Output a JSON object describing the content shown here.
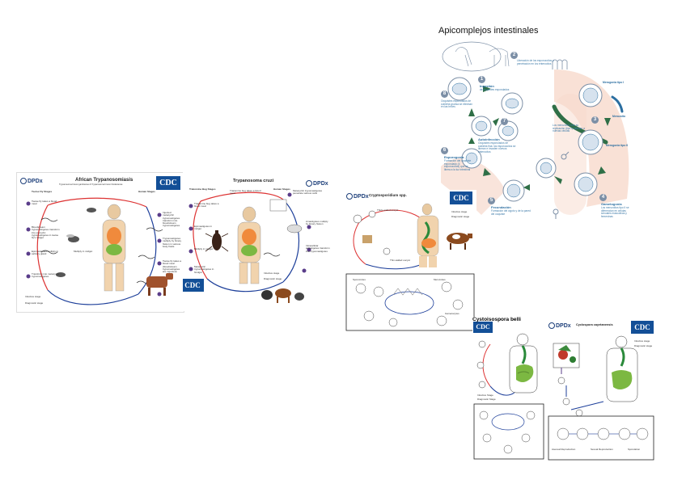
{
  "panel_trypanosomiasis": {
    "brand": "DPDx",
    "title": "African Trypanosomiasis",
    "subtitle": "Trypanosoma brucei gambiense & Trypanosoma brucei rhodesiense",
    "left_label": "Tsetse Fly Stages",
    "right_label": "Human Stages",
    "steps": [
      "Tsetse fly takes a blood meal",
      "Injected metacyclic trypomastigotes transform into bloodstream trypomastigotes",
      "Trypomastigotes multiply by binary fission in various body fluids",
      "Tsetse fly takes a blood meal (bloodstream trypomastigotes are ingested)",
      "Bloodstream trypomastigotes transform into procyclic trypomastigotes in tsetse fly's midgut",
      "Epimastigotes multiply in salivary gland",
      "Transform into metacyclic trypomastigotes",
      "Multiply in midgut"
    ],
    "legend_infective": "Infective stage",
    "legend_diagnostic": "Diagnostic stage",
    "cdc": "CDC"
  },
  "panel_cruzi": {
    "title": "Trypanosoma cruzi",
    "brand": "DPDx",
    "cdc": "CDC",
    "left_label": "Triatomine Bug Stages",
    "right_label": "Human Stages",
    "steps": [
      "Triatomine bug takes a blood meal",
      "Metacyclic trypomastigotes penetrate various cells",
      "Amastigotes multiply by binary fission",
      "Intracellular amastigotes transform into trypomastigotes",
      "Triatomine bug takes a blood meal",
      "Epimastigotes in midgut",
      "Multiply in midgut",
      "Metacyclic trypomastigotes in hindgut"
    ],
    "legend_infective": "Infective stage",
    "legend_diagnostic": "Diagnostic stage"
  },
  "panel_cryptosporidium": {
    "brand": "DPDx",
    "title": "Cryptosporidium spp.",
    "cdc": "CDC",
    "legend_infective": "Infective stage",
    "legend_diagnostic": "Diagnostic stage",
    "labels": [
      "Thick-walled oocyst",
      "Thin-walled oocyst",
      "Sporozoites",
      "Merozoites",
      "Gametocytes"
    ]
  },
  "panel_apicomplejos": {
    "title": "Apicomplejos intestinales",
    "steps": [
      {
        "n": "1",
        "title": "Ingestión",
        "text": "de ooquistes esporulados"
      },
      {
        "n": "2",
        "title": "",
        "text": "Liberación de los esporozoitos y penetración en los enterocitos"
      },
      {
        "n": "3",
        "title": "",
        "text": "Los merozoitos tras su replicación (tipo I) infectan a nuevas células"
      },
      {
        "n": "4",
        "title": "Gametogonia",
        "text": "Los merozoitos tipo II se diferencian en células sexuales masculinas y femeninas"
      },
      {
        "n": "5",
        "title": "Fecundación",
        "text": "Formación del cigoto y de la pared del ooquiste"
      },
      {
        "n": "6",
        "title": "Esporogonia",
        "text": "Formación del ooquiste esporulado (4 esporozoitos) que se libera a la luz intestinal"
      },
      {
        "n": "7",
        "title": "Autoinfección",
        "text": "Ooquistes esporulados de cubierta fina: los esporozoitos se liberan e invaden nuevos enterocitos"
      },
      {
        "n": "8",
        "title": "",
        "text": "Ooquistes esporulados de cubierta gruesa se eliminan en las heces"
      }
    ],
    "merogonia_label": "Merogonia tipo I",
    "merozoito_label": "Merozoito",
    "merogonia2_label": "Merogonia tipo II"
  },
  "panel_cystoisospora": {
    "title": "Cystoisospora belli",
    "cdc": "CDC",
    "legend_infective": "Infective Stage",
    "legend_diagnostic": "Diagnostic Stage"
  },
  "panel_cyclospora": {
    "brand": "DPDx",
    "title": "Cyclospora cayetanensis",
    "cdc": "CDC",
    "legend_infective": "Infective stage",
    "legend_diagnostic": "Diagnostic stage",
    "labels": [
      "Asexual Reproduction",
      "Sexual Reproduction",
      "Sporulation"
    ]
  },
  "colors": {
    "cdc_blue": "#134f97",
    "cycle_red": "#d33",
    "cycle_blue": "#1d3f9a",
    "api_green": "#2f6f47",
    "api_pink": "#f7d9cc",
    "api_blue": "#2b6ea0"
  }
}
